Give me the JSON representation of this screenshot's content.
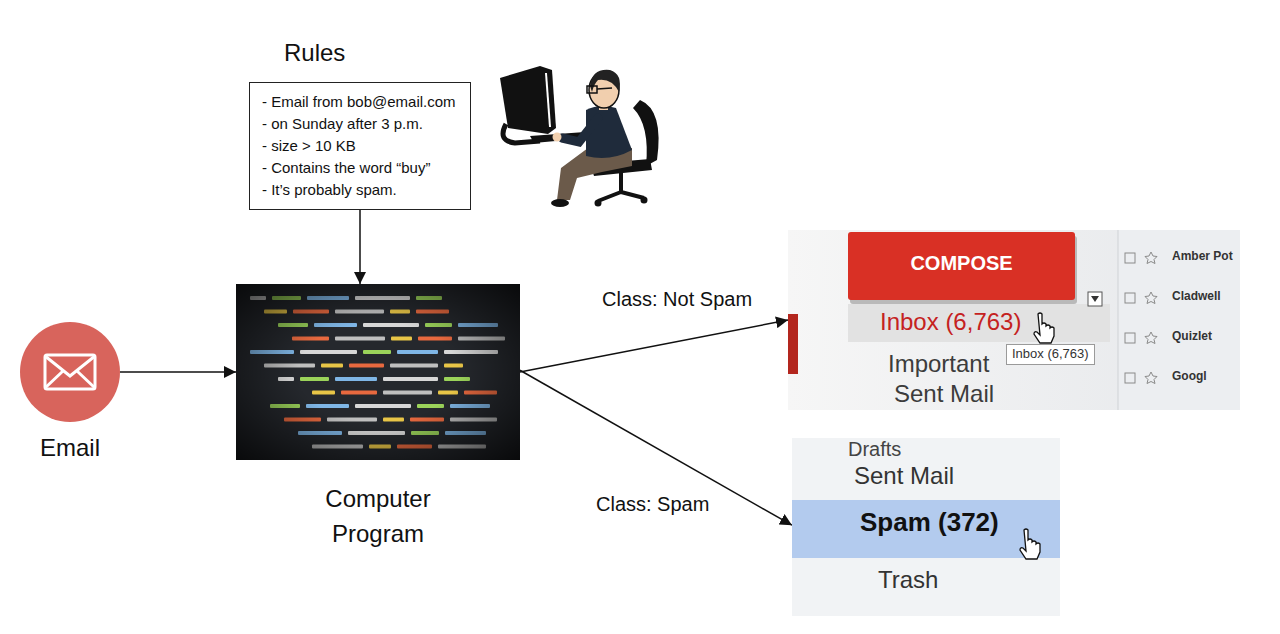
{
  "diagram": {
    "nodes": [
      {
        "text": [
          "Rules",
          "- Email from bob@email.com",
          "- on Sunday after 3 p.m.",
          "- size > 10 KB",
          "- Contains the word “buy”",
          "- It’s probably spam."
        ]
      },
      {
        "text": [
          "Email"
        ]
      },
      {
        "text": [
          "Computer Program"
        ]
      },
      {
        "text": [
          "COMPOSE",
          "Inbox (6,763)",
          "Important",
          "Sent Mail",
          "Inbox (6,763)",
          "Amber Pot",
          "Cladwell",
          "Quizlet",
          "Googl"
        ]
      },
      {
        "text": [
          "Drafts",
          "Sent Mail",
          "Spam (372)",
          "Trash"
        ]
      }
    ],
    "edges": [
      {
        "from": 1,
        "to": 2,
        "arrow": "to"
      },
      {
        "from": 0,
        "to": 2,
        "arrow": "to"
      },
      {
        "from": 2,
        "to": 3,
        "label": "Class: Not Spam",
        "arrow": "to"
      },
      {
        "from": 2,
        "to": 4,
        "label": "Class: Spam",
        "arrow": "to"
      }
    ]
  }
}
